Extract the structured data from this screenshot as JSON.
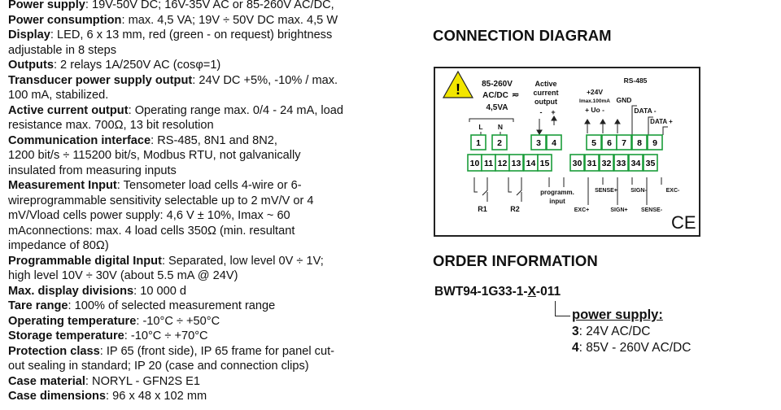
{
  "specs": [
    {
      "key": "Power supply",
      "value": "19V-50V DC; 16V-35V AC or 85-260V AC/DC,"
    },
    {
      "key": "Power consumption",
      "value": "max. 4,5 VA; 19V ÷ 50V DC max. 4,5 W"
    },
    {
      "key": "Display",
      "value": "LED, 6 x 13 mm, red (green - on request) brightness\n      adjustable in 8 steps"
    },
    {
      "key": "Outputs",
      "value": "2 relays 1A/250V AC (cosφ=1)"
    },
    {
      "key": "Transducer power supply output",
      "value": "24V DC +5%, -10% / max.\n100 mA, stabilized."
    },
    {
      "key": "Active current output",
      "value": "Operating range max. 0/4 - 24 mA, load\nresistance max. 700Ω, 13 bit resolution"
    },
    {
      "key": "Communication interface",
      "value": "RS-485, 8N1 and 8N2,\n1200 bit/s ÷ 115200 bit/s, Modbus RTU, not galvanically\ninsulated from measuring inputs"
    },
    {
      "key": "Measurement Input",
      "value": "Tensometer load cells 4-wire or 6-\nwireprogrammable sensitivity selectable up to 2 mV/V or 4\nmV/Vload cells power supply: 4,6 V ± 10%, Imax ~ 60\nmAconnections: max. 4 load cells 350Ω (min. resultant\nimpedance of 80Ω)"
    },
    {
      "key": "Programmable digital Input",
      "value": "Separated, low level 0V ÷ 1V;\nhigh level 10V ÷ 30V (about 5.5 mA @ 24V)"
    },
    {
      "key": "Max. display divisions",
      "value": "10 000 d"
    },
    {
      "key": "Tare range",
      "value": "100% of selected measurement range"
    },
    {
      "key": "Operating temperature",
      "value": "-10°C ÷ +50°C"
    },
    {
      "key": "Storage temperature",
      "value": "-10°C ÷ +70°C"
    },
    {
      "key": "Protection class",
      "value": "IP 65 (front side), IP 65 frame for panel cut-\nout sealing in standard; IP 20 (case and connection clips)"
    },
    {
      "key": "Case material",
      "value": "NORYL - GFN2S E1"
    },
    {
      "key": "Case dimensions",
      "value": "96 x 48 x 102 mm"
    }
  ],
  "connection_title": "CONNECTION DIAGRAM",
  "diagram": {
    "warning": "!",
    "supply_line1": "85-260V",
    "supply_line2": "AC/DC",
    "supply_line3": "4,5VA",
    "active_line1": "Active",
    "active_line2": "current",
    "active_line3": "output",
    "minus": "-",
    "plus": "+",
    "plus24": "+24V",
    "imax": "Imax.100mA",
    "gnd": "GND",
    "uo": "+ Uo -",
    "rs485": "RS-485",
    "data_minus": "DATA -",
    "data_plus": "DATA +",
    "l": "L",
    "n": "N",
    "top_terminals": [
      "1",
      "2",
      "3",
      "4",
      "5",
      "6",
      "7",
      "8",
      "9"
    ],
    "bottom_terminals": [
      "10",
      "11",
      "12",
      "13",
      "14",
      "15",
      "30",
      "31",
      "32",
      "33",
      "34",
      "35"
    ],
    "r1": "R1",
    "r2": "R2",
    "prog1": "programm.",
    "prog2": "input",
    "sense_plus": "SENSE+",
    "sign_minus": "SIGN-",
    "exc_minus": "EXC-",
    "exc_plus": "EXC+",
    "sign_plus": "SIGN+",
    "sense_minus": "SENSE-",
    "ce": "CE",
    "accent": "#1a9c3a",
    "warn_color": "#f2e600"
  },
  "order_title": "ORDER INFORMATION",
  "order_code_prefix": "BWT94-1G33-1-",
  "order_code_var": "X",
  "order_code_suffix": "-011",
  "power_supply_title": "power supply:",
  "power_options": [
    {
      "code": "3",
      "label": ": 24V AC/DC"
    },
    {
      "code": "4",
      "label": ": 85V - 260V AC/DC"
    }
  ]
}
